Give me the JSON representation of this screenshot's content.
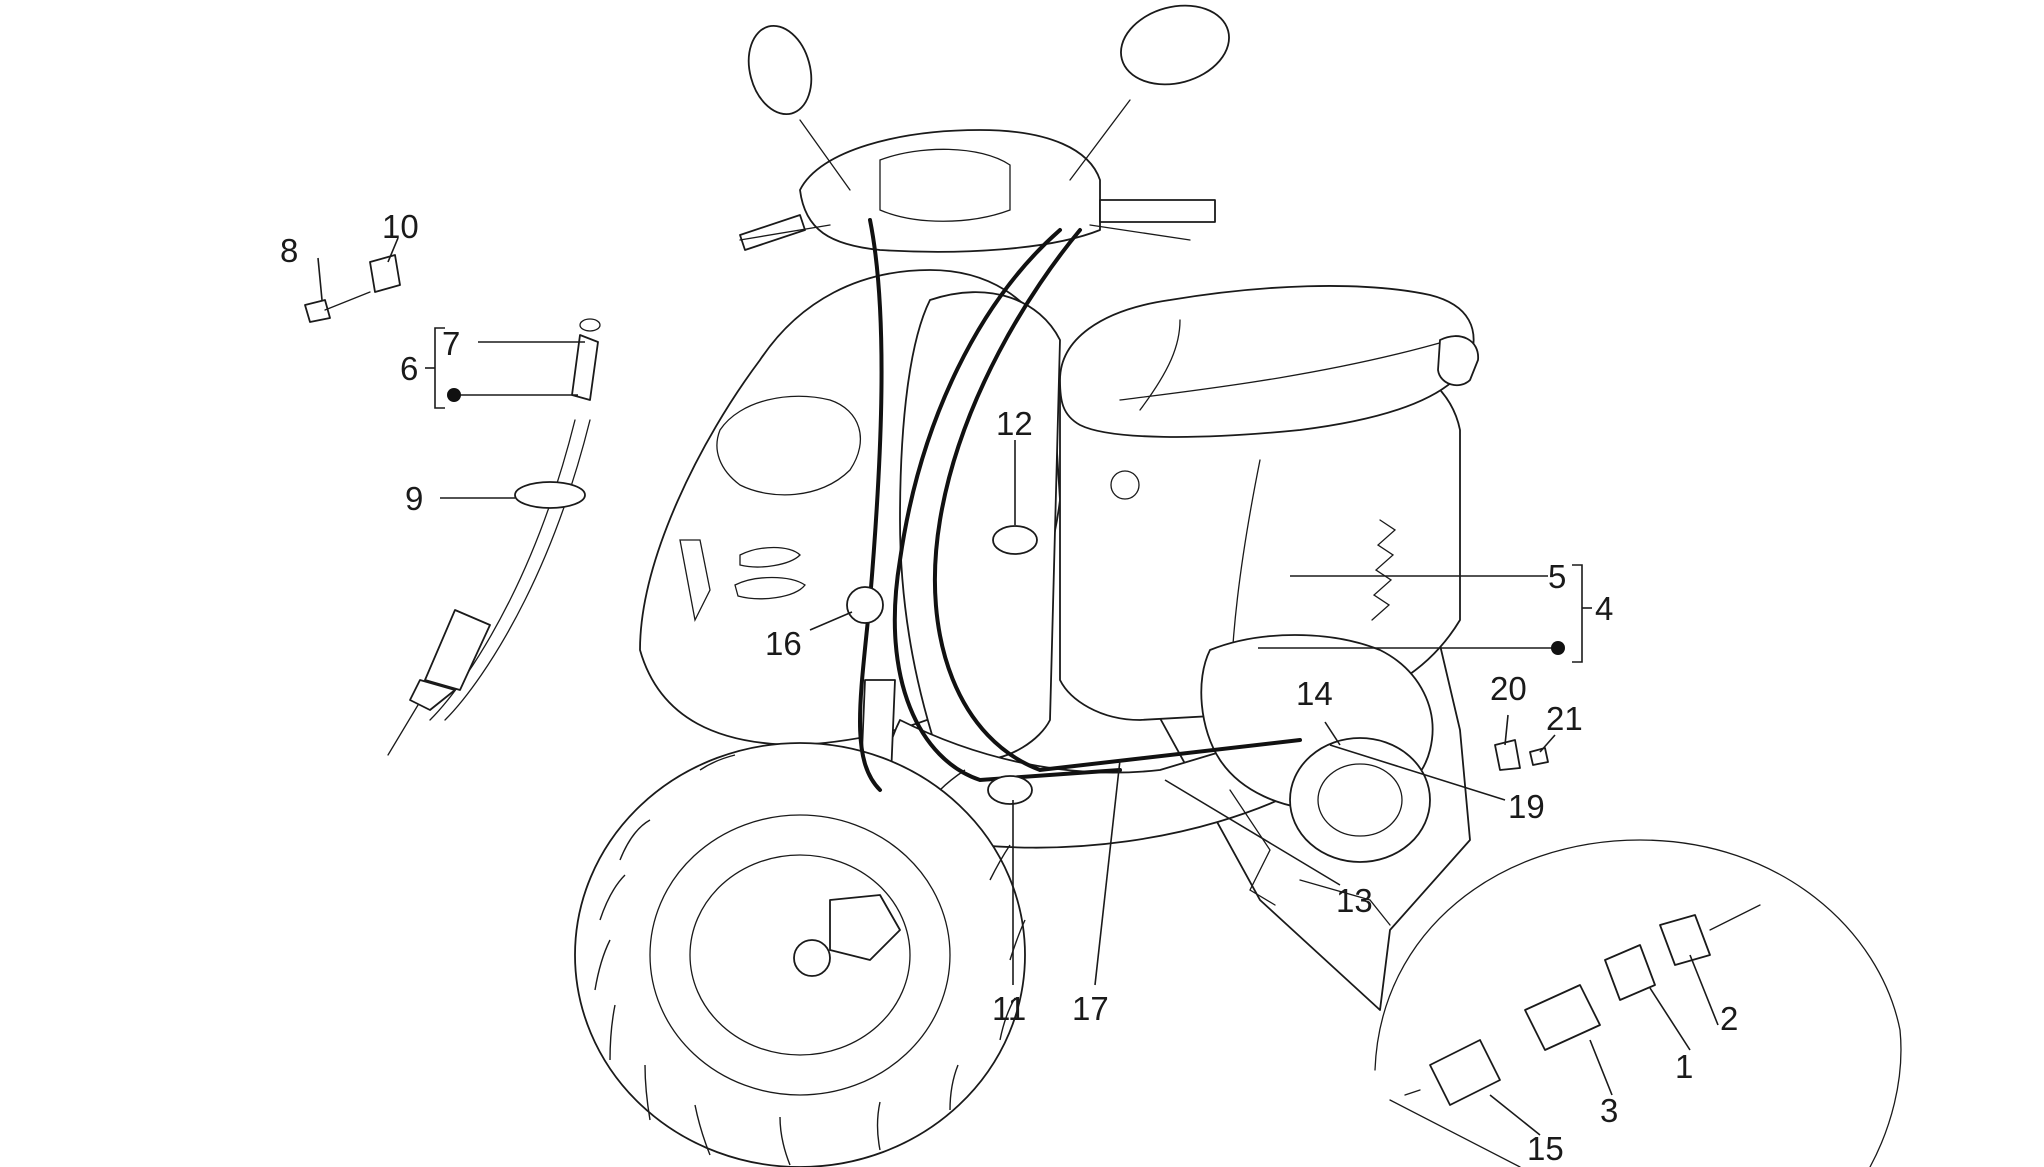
{
  "figure": {
    "callouts": [
      "1",
      "2",
      "3",
      "4",
      "5",
      "6",
      "7",
      "8",
      "9",
      "10",
      "11",
      "12",
      "13",
      "14",
      "15",
      "16",
      "17",
      "19",
      "20",
      "21"
    ]
  },
  "palette": {
    "line": "#1a1a1a",
    "background": "#ffffff"
  }
}
